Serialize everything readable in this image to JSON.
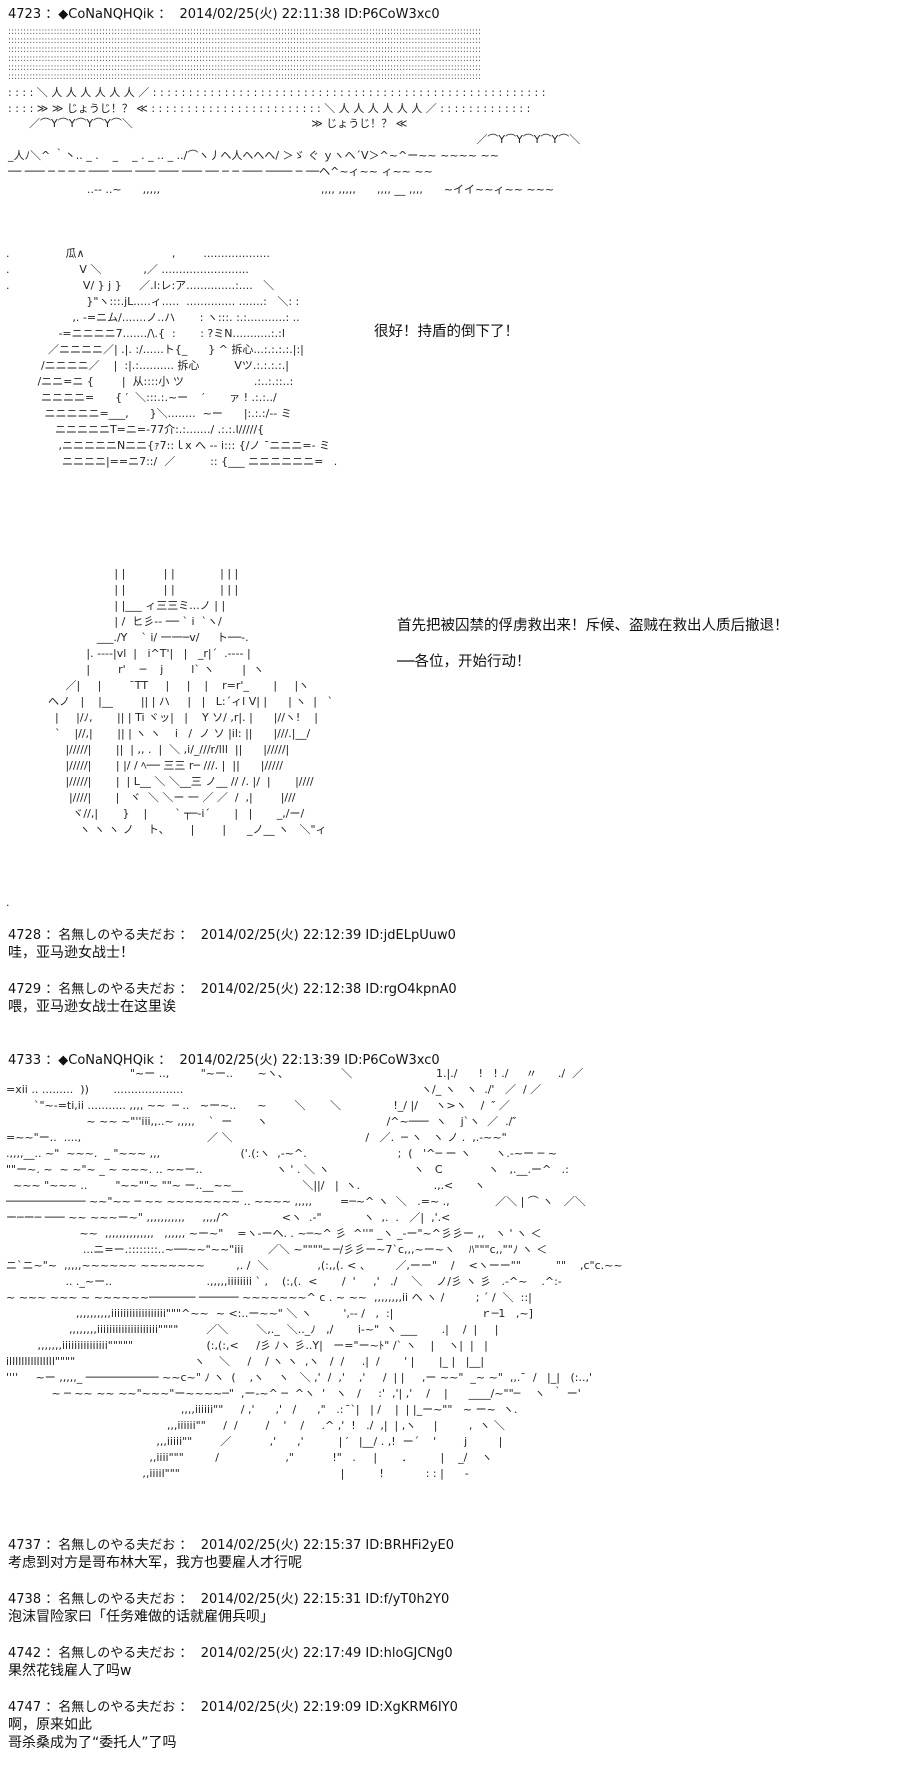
{
  "posts": [
    {
      "number": "4723",
      "separator": "：",
      "name": "◆CoNaNQHQik",
      "date": "2014/02/25(火) 22:11:38",
      "id": "ID:P6CoW3xc0"
    },
    {
      "number": "4728",
      "separator": "：",
      "name": "名無しのやる夫だお",
      "date": "2014/02/25(火) 22:12:39",
      "id": "ID:jdELpUuw0",
      "text": "哇，亚马逊女战士！"
    },
    {
      "number": "4729",
      "separator": "：",
      "name": "名無しのやる夫だお",
      "date": "2014/02/25(火) 22:12:38",
      "id": "ID:rgO4kpnA0",
      "text": "喂，亚马逊女战士在这里诶"
    },
    {
      "number": "4733",
      "separator": "：",
      "name": "◆CoNaNQHQik",
      "date": "2014/02/25(火) 22:13:39",
      "id": "ID:P6CoW3xc0"
    },
    {
      "number": "4737",
      "separator": "：",
      "name": "名無しのやる夫だお",
      "date": "2014/02/25(火) 22:15:37",
      "id": "ID:BRHFi2yE0",
      "text": "考虑到对方是哥布林大军，我方也要雇人才行呢"
    },
    {
      "number": "4738",
      "separator": "：",
      "name": "名無しのやる夫だお",
      "date": "2014/02/25(火) 22:15:31",
      "id": "ID:f/yT0h2Y0",
      "text": "泡沫冒险家曰「任务难做的话就雇佣兵呗」"
    },
    {
      "number": "4742",
      "separator": "：",
      "name": "名無しのやる夫だお",
      "date": "2014/02/25(火) 22:17:49",
      "id": "ID:hloGJCNg0",
      "text": "果然花钱雇人了吗w"
    },
    {
      "number": "4747",
      "separator": "：",
      "name": "名無しのやる夫だお",
      "date": "2014/02/25(火) 22:19:09",
      "id": "ID:XgKRM6IY0",
      "text1": "啊，原来如此",
      "text2": "哥杀桑成为了“委托人”了吗"
    }
  ],
  "art1": {
    "shout_left": "≫ じょうじ！？ ≪",
    "shout_right": "≫ じょうじ！？ ≪"
  },
  "art2": {
    "dialogue": "很好！持盾的倒下了！"
  },
  "art3": {
    "dialogue1": "首先把被囚禁的俘虏救出来！斥候、盗贼在救出人质后撤退！",
    "dialogue2": "──各位，开始行动！"
  },
  "art2_text": {
    "left1": "瓜∧",
    "kanji1": "拆心",
    "kanji2": "拆心",
    "kanji3": "从::::小 ツ",
    "kanji4": "介"
  }
}
